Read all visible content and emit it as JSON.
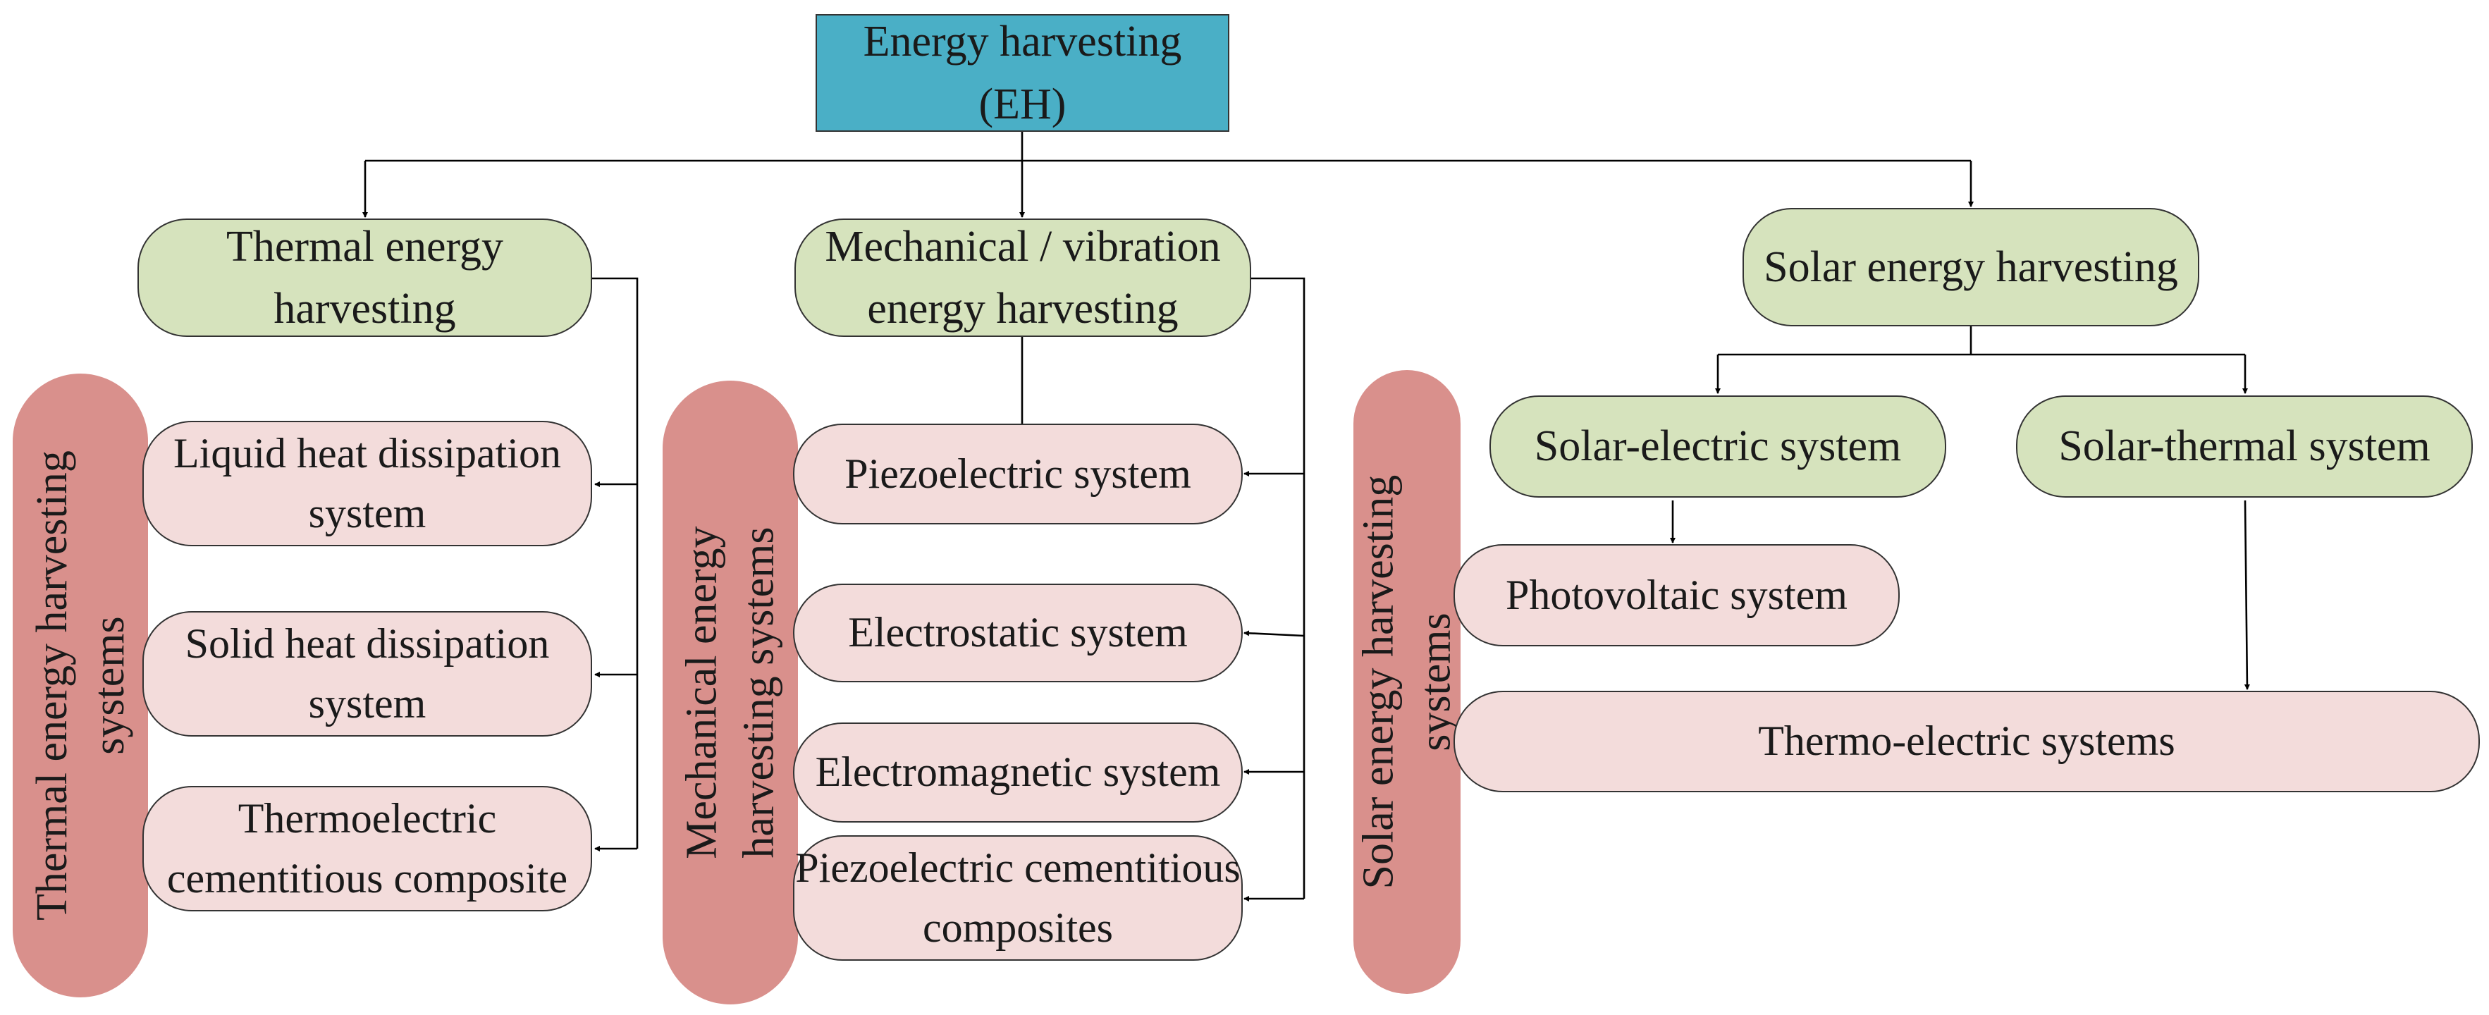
{
  "root": {
    "line1": "Energy harvesting",
    "line2": "(EH)"
  },
  "categories": {
    "thermal": {
      "line1": "Thermal energy",
      "line2": "harvesting"
    },
    "mechanical": {
      "line1": "Mechanical / vibration",
      "line2": "energy harvesting"
    },
    "solar": {
      "label": "Solar energy harvesting"
    }
  },
  "bands": {
    "thermal": {
      "line1": "Thermal energy harvesting",
      "line2": "systems"
    },
    "mechanical": {
      "line1": "Mechanical energy",
      "line2": "harvesting systems"
    },
    "solar": {
      "line1": "Solar energy harvesting",
      "line2": "systems"
    }
  },
  "thermal_systems": [
    {
      "line1": "Liquid heat dissipation",
      "line2": "system"
    },
    {
      "line1": "Solid heat dissipation",
      "line2": "system"
    },
    {
      "line1": "Thermoelectric",
      "line2": "cementitious composite"
    }
  ],
  "mechanical_systems": [
    {
      "line1": "Piezoelectric system"
    },
    {
      "line1": "Electrostatic system"
    },
    {
      "line1": "Electromagnetic system"
    },
    {
      "line1": "Piezoelectric",
      "line2": "cementitious composites"
    }
  ],
  "solar_sub": {
    "electric": "Solar-electric system",
    "thermal": "Solar-thermal system"
  },
  "solar_systems": {
    "photovoltaic": "Photovoltaic system",
    "thermo_electric": "Thermo-electric systems"
  },
  "colors": {
    "root": "#4aafc6",
    "category": "#d6e3bd",
    "system": "#f3dcdb",
    "band": "#d9908c",
    "connector": "#000000"
  }
}
